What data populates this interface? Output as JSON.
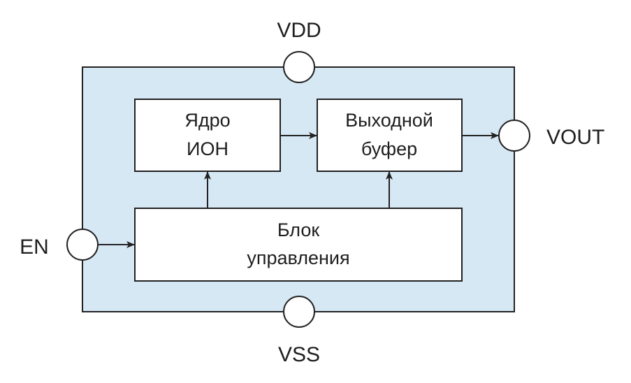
{
  "diagram": {
    "colors": {
      "package_fill": "#d7e8f5",
      "stroke": "#222222",
      "block_fill": "#ffffff"
    },
    "pins": {
      "vdd": "VDD",
      "vss": "VSS",
      "en": "EN",
      "vout": "VOUT"
    },
    "blocks": {
      "core": {
        "line1": "Ядро",
        "line2": "ИОН"
      },
      "buffer": {
        "line1": "Выходной",
        "line2": "буфер"
      },
      "control": {
        "line1": "Блок",
        "line2": "управления"
      }
    },
    "connections": [
      {
        "from": "EN",
        "to": "Блок управления"
      },
      {
        "from": "Блок управления",
        "to": "Ядро ИОН"
      },
      {
        "from": "Блок управления",
        "to": "Выходной буфер"
      },
      {
        "from": "Ядро ИОН",
        "to": "Выходной буфер"
      },
      {
        "from": "Выходной буфер",
        "to": "VOUT"
      }
    ]
  }
}
